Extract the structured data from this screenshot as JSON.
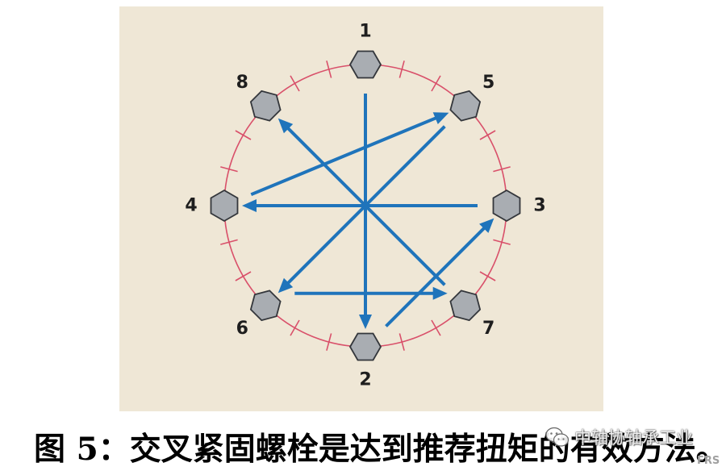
{
  "diagram": {
    "bolts": [
      {
        "label": "1"
      },
      {
        "label": "2"
      },
      {
        "label": "3"
      },
      {
        "label": "4"
      },
      {
        "label": "5"
      },
      {
        "label": "6"
      },
      {
        "label": "7"
      },
      {
        "label": "8"
      }
    ],
    "arrows": [
      {
        "from": 1,
        "to": 2
      },
      {
        "from": 2,
        "to": 3
      },
      {
        "from": 3,
        "to": 4
      },
      {
        "from": 4,
        "to": 5
      },
      {
        "from": 5,
        "to": 6
      },
      {
        "from": 6,
        "to": 7
      },
      {
        "from": 7,
        "to": 8
      }
    ],
    "colors": {
      "panel": "#efe7d6",
      "ring": "#d9506a",
      "bolt_fill": "#a9adb2",
      "bolt_stroke": "#33363b",
      "arrow": "#1f74bb",
      "label": "#1e1e1e"
    }
  },
  "caption": {
    "text": "图 5：交叉紧固螺栓是达到推荐扭矩的有效方法。"
  },
  "watermark": {
    "text": "中轴协轴承工业",
    "icon": "wechat-icon"
  },
  "corner_mark": {
    "text": "FRS"
  }
}
